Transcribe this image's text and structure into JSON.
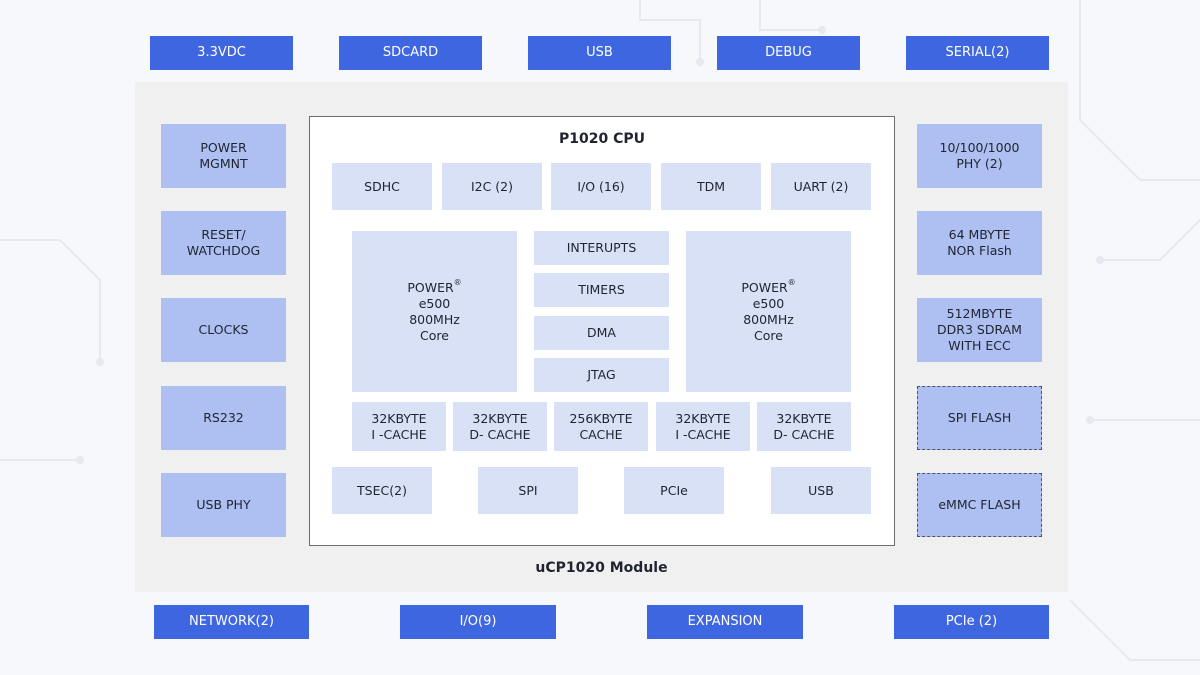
{
  "top_interfaces": [
    "3.3VDC",
    "SDCARD",
    "USB",
    "DEBUG",
    "SERIAL(2)"
  ],
  "bottom_interfaces": [
    "NETWORK(2)",
    "I/O(9)",
    "EXPANSION",
    "PCIe (2)"
  ],
  "left_blocks": [
    "POWER\nMGMNT",
    "RESET/\nWATCHDOG",
    "CLOCKS",
    "RS232",
    "USB PHY"
  ],
  "right_blocks": [
    "10/100/1000\nPHY (2)",
    "64 MBYTE\nNOR Flash",
    "512MBYTE\nDDR3 SDRAM\nWITH ECC",
    "SPI FLASH",
    "eMMC FLASH"
  ],
  "module_title": "uCP1020 Module",
  "cpu": {
    "title": "P1020 CPU",
    "top_row": [
      "SDHC",
      "I2C (2)",
      "I/O (16)",
      "TDM",
      "UART (2)"
    ],
    "core_left": {
      "name": "POWER",
      "mark": "®",
      "lines": "e500\n800MHz\nCore"
    },
    "core_right": {
      "name": "POWER",
      "mark": "®",
      "lines": "e500\n800MHz\nCore"
    },
    "center_stack": [
      "INTERUPTS",
      "TIMERS",
      "DMA",
      "JTAG"
    ],
    "cache_row": [
      "32KBYTE\nI -CACHE",
      "32KBYTE\nD- CACHE",
      "256KBYTE\nCACHE",
      "32KBYTE\nI -CACHE",
      "32KBYTE\nD- CACHE"
    ],
    "bottom_row": [
      "TSEC(2)",
      "SPI",
      "PCIe",
      "USB"
    ]
  }
}
